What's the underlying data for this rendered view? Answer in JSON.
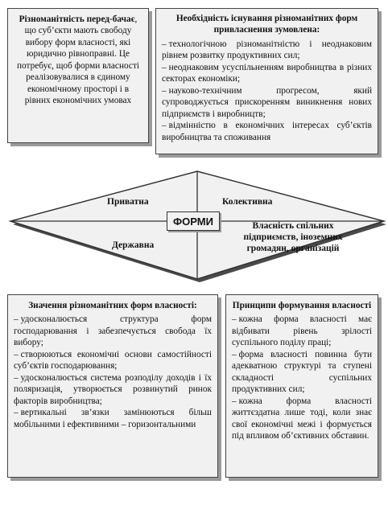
{
  "top_left": {
    "lead_bold": "Різноманітність перед-бачає",
    "lead_rest": ", що суб’єкти мають свободу вибору форм власності, які юридично рівноправні. Це потребує, щоб форми власності реалізовувалися в єдиному економічному просторі і в рівних економічних умовах"
  },
  "top_right": {
    "title": "Необхідність існування різноманітних форм привласнення зумовлена:",
    "items": [
      "технологічною різноманітністю і неоднаковим рівнем розвитку продуктивних сил;",
      "неоднаковим усуспільненням виробництва в різних секторах економіки;",
      "науково-технічним прогресом, який супроводжується прискоренням виникнення нових підприємств і виробництв;",
      "відмінністю в економічних інтересах суб’єктів виробництва та споживання"
    ]
  },
  "diagram": {
    "center": "ФОРМИ",
    "private": "Приватна",
    "collective": "Колективна",
    "state": "Державна",
    "joint": "Власність спільних підприємств, іноземних громадян, організацій"
  },
  "bottom_left": {
    "title": "Значення різноманітних форм власності:",
    "items": [
      "удосконалюється структура форм господарювання і забезпечується свобода їх вибору;",
      "створюються економічні основи самостійності суб’єктів господарювання;",
      "удосконалюється система розподілу доходів і їх поляризація, утворюється розвинутий ринок факторів виробництва;",
      "вертикальні зв’язки замінюються більш мобільними і ефективними – горизонтальними"
    ]
  },
  "bottom_right": {
    "title": "Принципи формування власності",
    "items": [
      "кожна форма власності має відбивати рівень зрілості суспільного поділу праці;",
      "форма власності повинна бути адекватною структурі та ступені складності суспільних продуктивних сил;",
      "кожна форма власності життєздатна лише тоді, коли знає свої економічні межі і формується під впливом об’єктивних обставин."
    ]
  }
}
